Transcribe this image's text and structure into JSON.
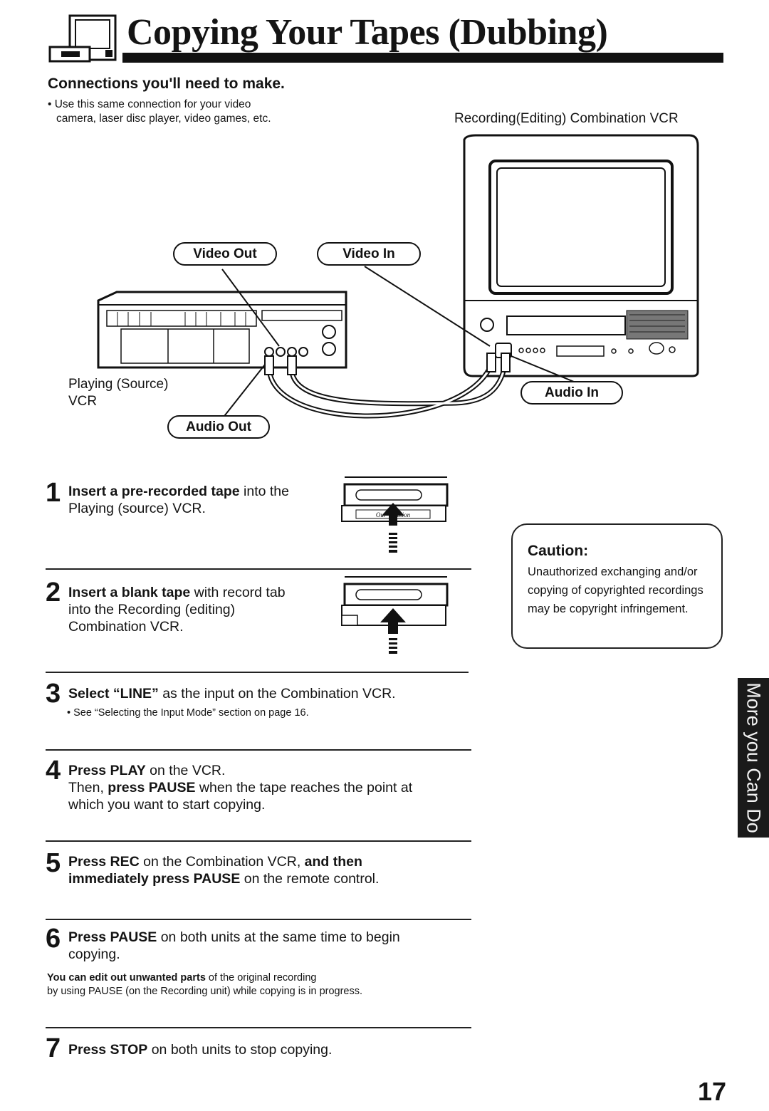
{
  "header": {
    "title": "Copying Your Tapes (Dubbing)"
  },
  "connections": {
    "heading": "Connections you'll need to make.",
    "note_line1": "• Use this same connection for your video",
    "note_line2": "camera, laser disc player, video games, etc.",
    "recording_label": "Recording(Editing) Combination VCR",
    "playing_label_line1": "Playing (Source)",
    "playing_label_line2": "VCR",
    "video_out": "Video Out",
    "video_in": "Video In",
    "audio_out": "Audio Out",
    "audio_in": "Audio In",
    "tape_label": "Our Vacation"
  },
  "steps": [
    {
      "num": "1",
      "bold": "Insert a pre-recorded tape",
      "line1": " into the",
      "line2": "Playing (source) VCR."
    },
    {
      "num": "2",
      "bold": "Insert a blank tape",
      "line1": " with record tab",
      "line2": "into the Recording (editing)",
      "line3": "Combination VCR."
    },
    {
      "num": "3",
      "bold": "Select “LINE”",
      "line1": " as the input on the Combination VCR.",
      "note": "• See “Selecting the Input Mode” section on page 16."
    },
    {
      "num": "4",
      "bold": "Press PLAY",
      "line1": " on the VCR.",
      "line2_pre": "Then, ",
      "line2_bold": "press PAUSE",
      "line2_post": " when the tape reaches the point at",
      "line3": "which you want to start copying."
    },
    {
      "num": "5",
      "bold": "Press REC",
      "line1": " on the Combination VCR, ",
      "line1_bold": "and then",
      "line2_bold": "immediately press PAUSE",
      "line2": " on the remote control."
    },
    {
      "num": "6",
      "bold": "Press PAUSE",
      "line1": " on both units at the same time to begin",
      "line2": "copying.",
      "note1_bold": "You can edit out unwanted parts",
      "note1": " of the original recording",
      "note2": "by using PAUSE (on the Recording unit) while copying is in progress."
    },
    {
      "num": "7",
      "bold": "Press STOP",
      "line1": " on both units to stop copying."
    }
  ],
  "caution": {
    "title": "Caution:",
    "body": "Unauthorized exchanging and/or copying of copyrighted recordings may be copyright infringement."
  },
  "side_tab": "More you Can Do",
  "page_number": "17",
  "icons": [
    "vcr-tv-icon",
    "vcr-diagram",
    "tv-vcr-combo-diagram",
    "cassette-insert-icon"
  ]
}
